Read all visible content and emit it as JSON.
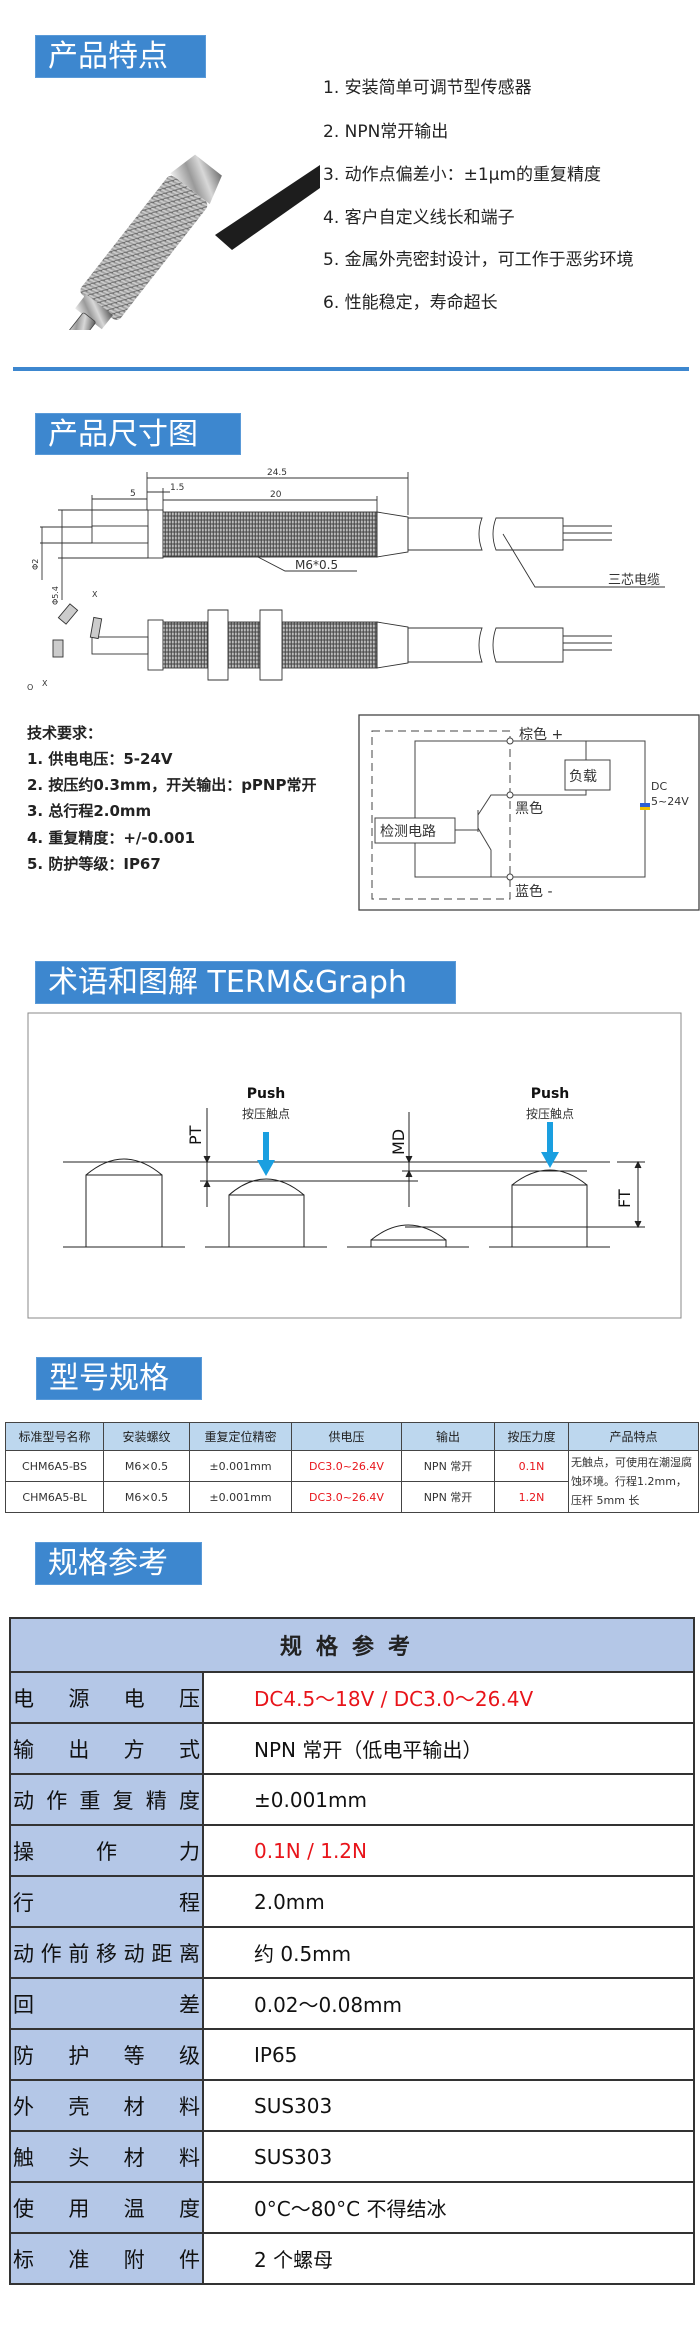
{
  "sections": {
    "features": "产品特点",
    "dimensions": "产品尺寸图",
    "terms": "术语和图解 TERM&Graph",
    "models": "型号规格",
    "specs": "规格参考"
  },
  "features": [
    "1. 安装简单可调节型传感器",
    "2. NPN常开输出",
    "3. 动作点偏差小：±1μm的重复精度",
    "4. 客户自定义线长和端子",
    "5. 金属外壳密封设计，可工作于恶劣环境",
    "6. 性能稳定，寿命超长"
  ],
  "drawing": {
    "dim_total": "24.5",
    "dim_head": "1.5",
    "dim_pin": "5",
    "dim_thread": "20",
    "dia_pin": "Φ2",
    "dia_body": "Φ5.4",
    "thread": "M6*0.5",
    "cable": "三芯电缆",
    "x1": "X",
    "x2": "X",
    "o": "O"
  },
  "tech": {
    "title": "技术要求：",
    "items": [
      "1. 供电电压：5-24V",
      "2. 按压约0.3mm，开关输出：pPNP常开",
      "3. 总行程2.0mm",
      "4. 重复精度：+/-0.001",
      "5. 防护等级：IP67"
    ]
  },
  "circuit": {
    "brown": "棕色 +",
    "black": "黑色",
    "blue": "蓝色 -",
    "load": "负载",
    "detector": "检测电路",
    "dc": "DC",
    "voltage": "5~24V"
  },
  "terms": {
    "push1": "Push",
    "contact1": "按压触点",
    "push2": "Push",
    "contact2": "按压触点",
    "pt": "PT",
    "md": "MD",
    "ft": "FT",
    "arrow_color": "#1a9fe0"
  },
  "model_table": {
    "headers": [
      "标准型号名称",
      "安装螺纹",
      "重复定位精密",
      "供电压",
      "输出",
      "按压力度",
      "产品特点"
    ],
    "rows": [
      [
        "CHM6A5-BS",
        "M6×0.5",
        "±0.001mm",
        "DC3.0~26.4V",
        "NPN 常开",
        "0.1N"
      ],
      [
        "CHM6A5-BL",
        "M6×0.5",
        "±0.001mm",
        "DC3.0~26.4V",
        "NPN 常开",
        "1.2N"
      ]
    ],
    "feature_note": "无触点，可使用在潮湿腐蚀环境。行程1.2mm，压杆 5mm 长"
  },
  "spec_table": {
    "title": "规格参考",
    "rows": [
      {
        "label": "电源电压",
        "value": "DC4.5～18V / DC3.0～26.4V",
        "red": true
      },
      {
        "label": "输出方式",
        "value": "NPN 常开（低电平输出）"
      },
      {
        "label": "动作重复精度",
        "value": "±0.001mm"
      },
      {
        "label": "操作力",
        "value": "0.1N / 1.2N",
        "red": true
      },
      {
        "label": "行程",
        "value": "2.0mm"
      },
      {
        "label": "动作前移动距离",
        "value": "约 0.5mm"
      },
      {
        "label": "回差",
        "value": "0.02～0.08mm"
      },
      {
        "label": "防护等级",
        "value": "IP65"
      },
      {
        "label": "外壳材料",
        "value": "SUS303"
      },
      {
        "label": "触头材料",
        "value": "SUS303"
      },
      {
        "label": "使用温度",
        "value": "0°C～80°C 不得结冰"
      },
      {
        "label": "标准附件",
        "value": "2 个螺母"
      }
    ],
    "accent_red": "#e8141a",
    "label_bg": "#b4c7e7"
  }
}
